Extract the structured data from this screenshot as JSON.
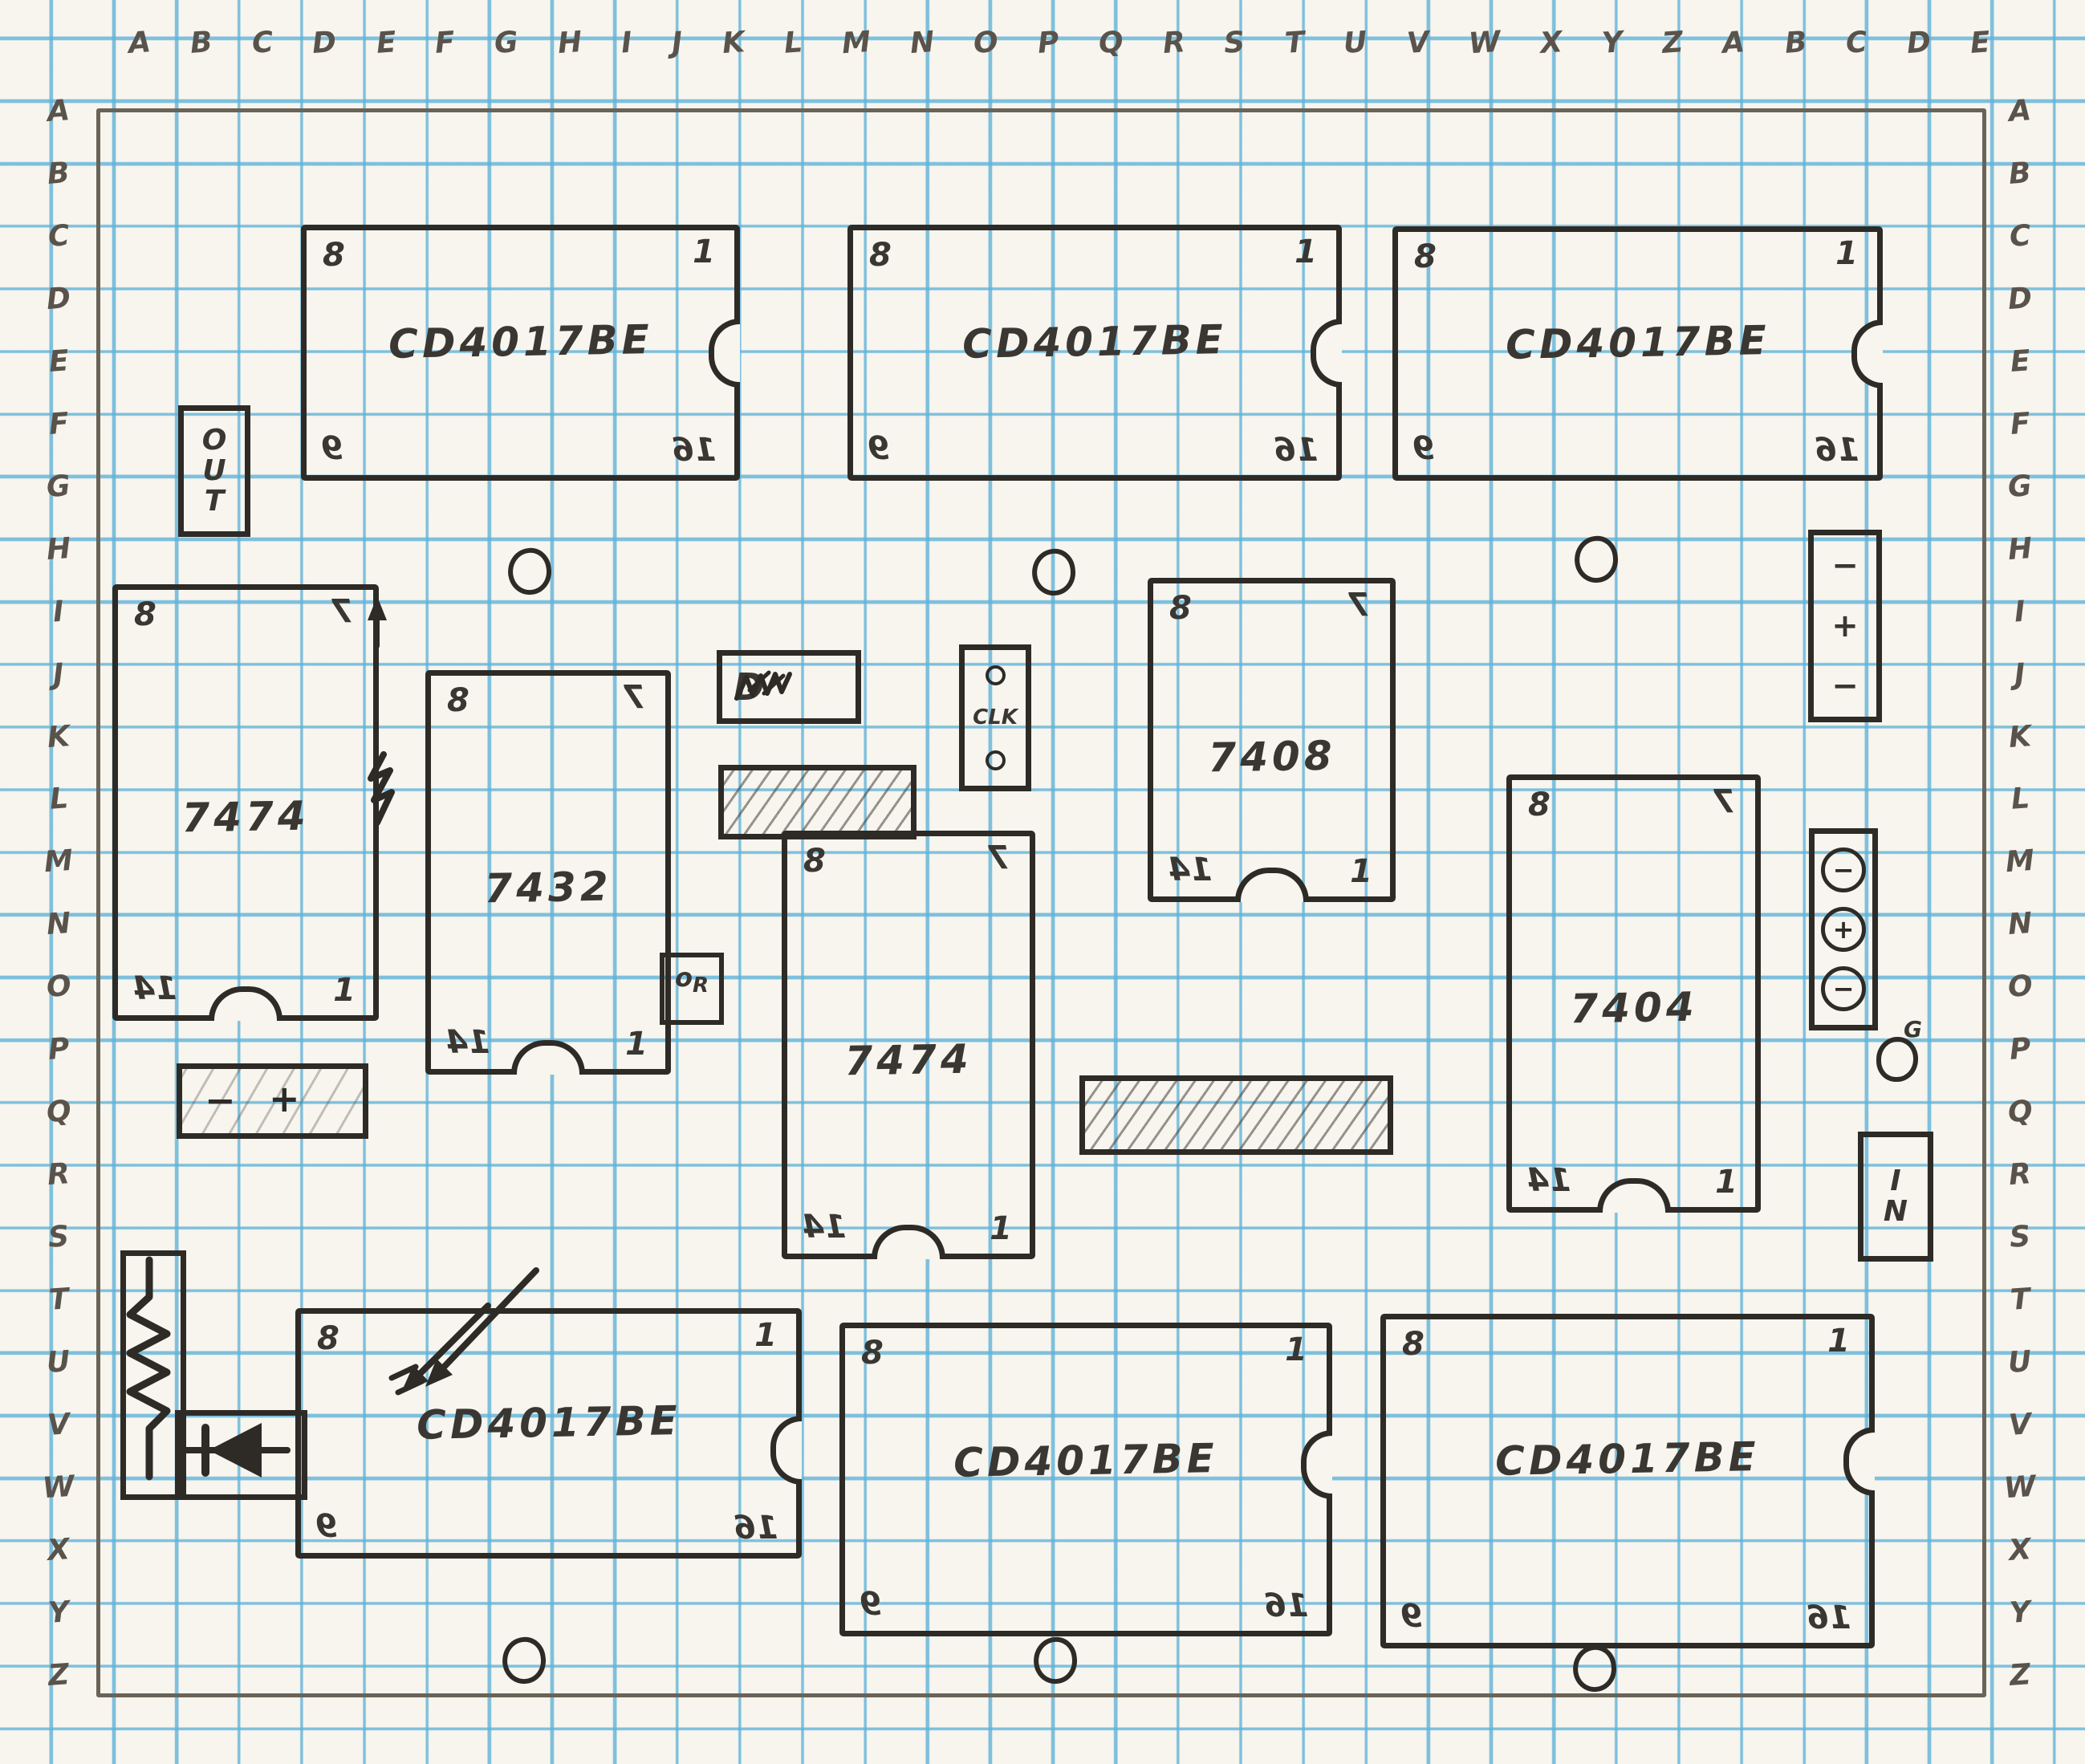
{
  "page": {
    "description": "Hand-drawn IC breadboard layout sketch on blue graph paper"
  },
  "coordinates": {
    "top": [
      "A",
      "B",
      "C",
      "D",
      "E",
      "F",
      "G",
      "H",
      "I",
      "J",
      "K",
      "L",
      "M",
      "N",
      "O",
      "P",
      "Q",
      "R",
      "S",
      "T",
      "U",
      "V",
      "W",
      "X",
      "Y",
      "Z",
      "A",
      "B",
      "C",
      "D",
      "E"
    ],
    "left": [
      "A",
      "B",
      "C",
      "D",
      "E",
      "F",
      "G",
      "H",
      "I",
      "J",
      "K",
      "L",
      "M",
      "N",
      "O",
      "P",
      "Q",
      "R",
      "S",
      "T",
      "U",
      "V",
      "W",
      "X",
      "Y",
      "Z"
    ],
    "right": [
      "A",
      "B",
      "C",
      "D",
      "E",
      "F",
      "G",
      "H",
      "I",
      "J",
      "K",
      "L",
      "M",
      "N",
      "O",
      "P",
      "Q",
      "R",
      "S",
      "T",
      "U",
      "V",
      "W",
      "X",
      "Y",
      "Z"
    ]
  },
  "chips": [
    {
      "name": "CD4017BE",
      "pins": {
        "tl": "8",
        "tr": "1",
        "bl": "9",
        "br": "16"
      }
    },
    {
      "name": "CD4017BE",
      "pins": {
        "tl": "8",
        "tr": "1",
        "bl": "9",
        "br": "16"
      }
    },
    {
      "name": "CD4017BE",
      "pins": {
        "tl": "8",
        "tr": "1",
        "bl": "9",
        "br": "16"
      }
    },
    {
      "name": "7474",
      "pins": {
        "tl": "8",
        "tr": "7",
        "bl": "14",
        "br": "1"
      }
    },
    {
      "name": "7432",
      "pins": {
        "tl": "8",
        "tr": "7",
        "bl": "14",
        "br": "1"
      }
    },
    {
      "name": "7474",
      "pins": {
        "tl": "8",
        "tr": "7",
        "bl": "14",
        "br": "1"
      }
    },
    {
      "name": "7408",
      "pins": {
        "tl": "8",
        "tr": "7",
        "bl": "14",
        "br": "1"
      }
    },
    {
      "name": "7404",
      "pins": {
        "tl": "8",
        "tr": "7",
        "bl": "14",
        "br": "1"
      }
    },
    {
      "name": "CD4017BE",
      "pins": {
        "tl": "8",
        "tr": "1",
        "bl": "9",
        "br": "16"
      }
    },
    {
      "name": "CD4017BE",
      "pins": {
        "tl": "8",
        "tr": "1",
        "bl": "9",
        "br": "16"
      }
    },
    {
      "name": "CD4017BE",
      "pins": {
        "tl": "8",
        "tr": "1",
        "bl": "9",
        "br": "16"
      }
    }
  ],
  "boxes": {
    "out": [
      "O",
      "U",
      "T"
    ],
    "in": [
      "I",
      "N"
    ],
    "clk": "CLK",
    "d_label": "D",
    "or_pad": {
      "symbol": "o",
      "sub": "R"
    },
    "battery": [
      "−",
      "+"
    ],
    "supply": [
      "−",
      "+",
      "−"
    ],
    "polarity": [
      "−",
      "+",
      "−"
    ],
    "ground": "G"
  }
}
